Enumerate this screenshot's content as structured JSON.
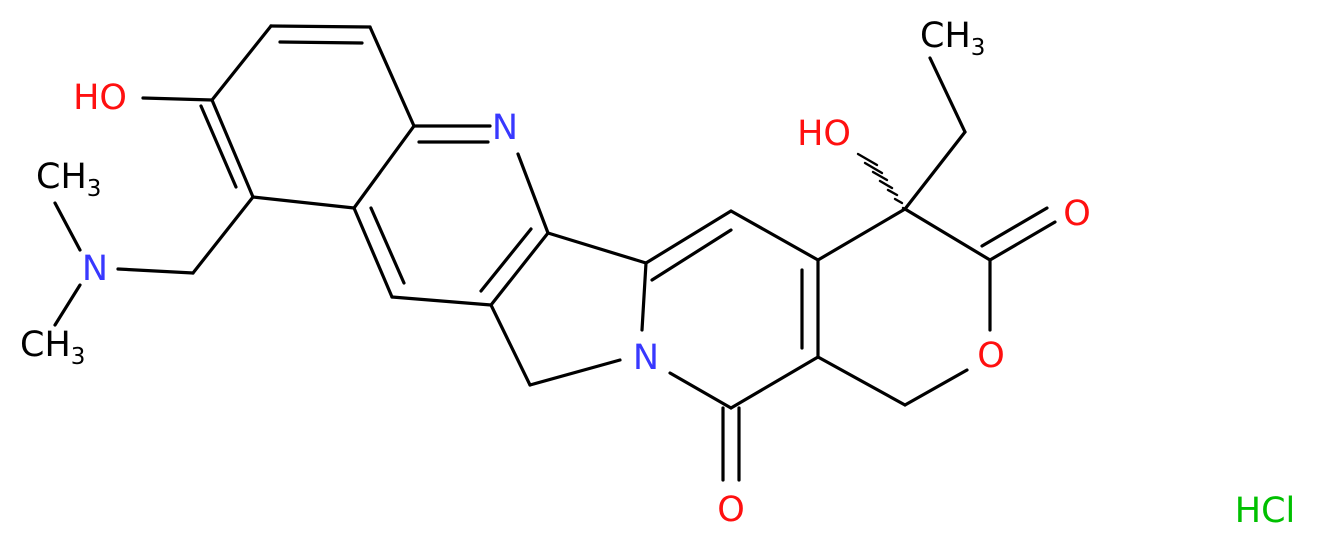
{
  "colors": {
    "bond": "#000000",
    "carbon_label": "#000000",
    "nitrogen": "#3838ff",
    "oxygen": "#ff1010",
    "chlorine": "#00c000"
  },
  "atoms": {
    "n_quinoline": "N",
    "n_lactam": "N",
    "n_amine": "N",
    "o_ring": "O",
    "o_lactam": "O",
    "o_lactone": "O",
    "ho_phenol": "HO",
    "ho_tertiary": "HO",
    "methyl_ethyl": {
      "main": "CH",
      "sub": "3"
    },
    "methyl_upper": {
      "main": "CH",
      "sub": "3"
    },
    "methyl_lower": {
      "main": "CH",
      "sub": "3"
    },
    "salt": "HCl"
  }
}
